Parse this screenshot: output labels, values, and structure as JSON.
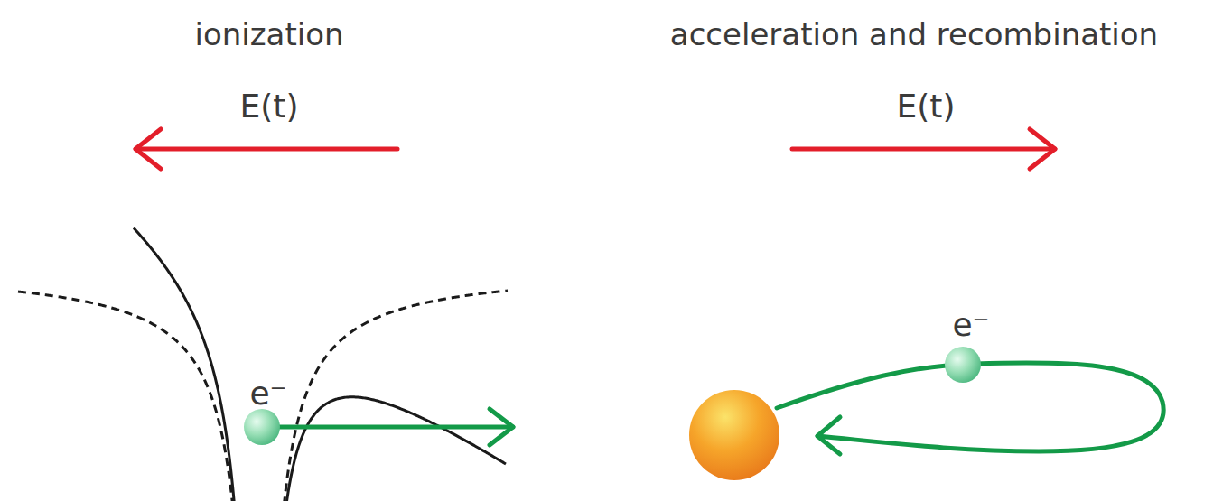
{
  "diagram": {
    "labels": [
      "ionization",
      "acceleration and recombination",
      "E(t)",
      "E(t)",
      "e⁻",
      "e⁻"
    ]
  }
}
